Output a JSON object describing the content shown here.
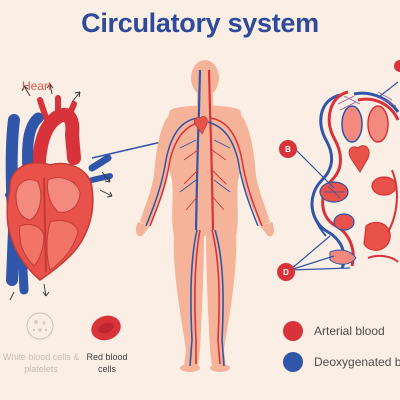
{
  "title": "Circulatory system",
  "heart_label": "Heart",
  "cells": {
    "white_label": "White blood cells & platelets",
    "red_label": "Red blood cells"
  },
  "organ_markers": [
    {
      "letter": "B"
    },
    {
      "letter": "D"
    }
  ],
  "legend": [
    {
      "label": "Arterial blood",
      "color": "#d8333a"
    },
    {
      "label": "Deoxygenated b",
      "color": "#2f56a8"
    }
  ],
  "colors": {
    "arterial": "#d8333a",
    "venous": "#2f56a8",
    "skin": "#f5b49a",
    "heart": "#e8524a",
    "title": "#2e4a9a",
    "background": "#fbeee4"
  }
}
